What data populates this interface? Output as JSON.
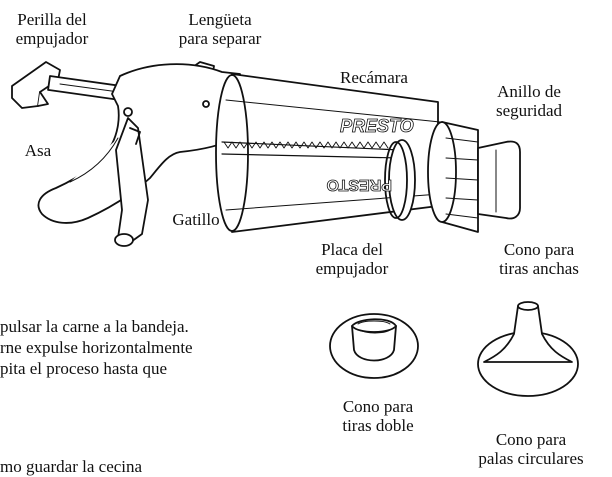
{
  "labels": {
    "perilla": [
      "Perilla del",
      "empujador"
    ],
    "lengueta": [
      "Lengüeta",
      "para separar"
    ],
    "recamara": [
      "Recámara"
    ],
    "anillo": [
      "Anillo de",
      "seguridad"
    ],
    "asa": [
      "Asa"
    ],
    "gatillo": [
      "Gatillo"
    ],
    "placa": [
      "Placa del",
      "empujador"
    ],
    "cono_anchas": [
      "Cono para",
      "tiras anchas"
    ],
    "cono_doble": [
      "Cono para",
      "tiras doble"
    ],
    "cono_circulares": [
      "Cono para",
      "palas circulares"
    ]
  },
  "brand": "PRESTO",
  "instructions": [
    "pulsar la carne a la bandeja.",
    "rne expulse horizontalmente",
    "pita el proceso hasta que",
    "mo guardar la cecina"
  ]
}
